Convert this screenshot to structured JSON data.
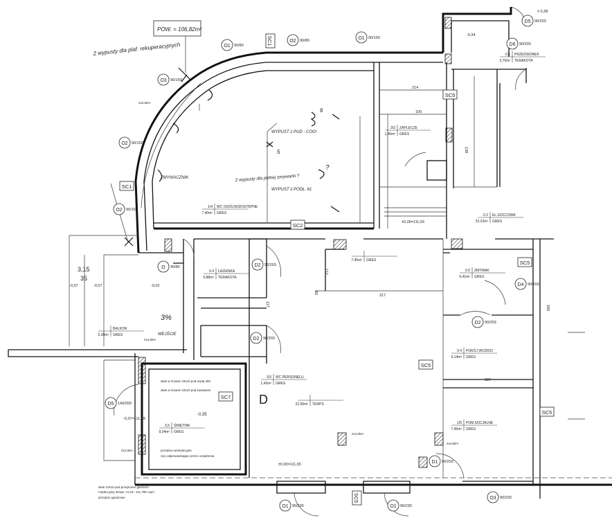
{
  "area_box": {
    "text": "POW. = 106,82m²"
  },
  "notes": [
    "2 wypusty dla plaf. rekuperacyjnych",
    "WYPUST z PUD - COG!",
    "5",
    "2 wypusty dla jednej zmywarki ?",
    "WYPUST z PODŁ. 61",
    "ZMYWACZNIK",
    "6",
    "?",
    "3%",
    "WEJŚCIE"
  ],
  "rooms": [
    {
      "number": "1/4",
      "name": "WC OGÓLNODOSTĘPNE",
      "area": "7,40m²",
      "floor": "GRES"
    },
    {
      "number": "0.4",
      "name": "ŁAZIENKA",
      "area": "5,88m²",
      "floor": "TERAKOTA"
    },
    {
      "number": "",
      "name": "BALKON",
      "area": "5,28m²",
      "floor": "GRES"
    },
    {
      "number": "3,5",
      "name": "ŚMIETNIK",
      "area": "9,24m²",
      "floor": "GRES"
    },
    {
      "number": "3/3",
      "name": "WC PERSONELU",
      "area": "1,43m²",
      "floor": "GRES"
    },
    {
      "number": "3/3",
      "name": "ZAPLECZE",
      "area": "1,45m²",
      "floor": "GRES"
    },
    {
      "number": "",
      "name": "",
      "area": "7,45m²",
      "floor": "GRES"
    },
    {
      "number": "0.1",
      "name": "PRZEDSIONEK",
      "area": "3,70m²",
      "floor": "TERAKOTA"
    },
    {
      "number": "0.2",
      "name": "EL.SOCCOWA",
      "area": "23,23m²",
      "floor": "GRES"
    },
    {
      "number": "0.5",
      "name": "ZMYWAK",
      "area": "6,41m²",
      "floor": "GRES"
    },
    {
      "number": "0.4",
      "name": "POKÓJ WOZIDO",
      "area": "6,14m²",
      "floor": "GRES"
    },
    {
      "number": "1/5",
      "name": "POM.SOCJALNE",
      "area": "7,45m²",
      "floor": "GRES"
    },
    {
      "number": "",
      "name": "",
      "area": "22,50m²",
      "floor": "TERPS"
    }
  ],
  "room_letter": "D",
  "section_tags": [
    "SC1",
    "SC1",
    "SC2",
    "SC5",
    "SC5",
    "SC5",
    "SC5",
    "SC7",
    "SC5"
  ],
  "openings": [
    {
      "code": "O1",
      "dims": "90/80"
    },
    {
      "code": "O2",
      "dims": "90/80"
    },
    {
      "code": "O1",
      "dims": "90/150"
    },
    {
      "code": "O3",
      "dims": "90/150"
    },
    {
      "code": "O2",
      "dims": "90/150"
    },
    {
      "code": "O2",
      "dims": "90/150"
    },
    {
      "code": "O",
      "dims": "90/80"
    },
    {
      "code": "D2",
      "dims": "90/203"
    },
    {
      "code": "D2",
      "dims": "90/203"
    },
    {
      "code": "D6",
      "dims": "90/203"
    },
    {
      "code": "D5",
      "dims": "90/203"
    },
    {
      "code": "D4",
      "dims": "90/203"
    },
    {
      "code": "D2",
      "dims": "90/203"
    },
    {
      "code": "D1",
      "dims": "90/203"
    },
    {
      "code": "D5",
      "dims": "140/200"
    },
    {
      "code": "O1",
      "dims": "90/230"
    },
    {
      "code": "O1",
      "dims": "90/230"
    },
    {
      "code": "O3",
      "dims": "90/230"
    }
  ],
  "levels": [
    "3,15",
    "35",
    "-0,37",
    "-0,07",
    "-0,02",
    "-0,35",
    "-0,37=111,28",
    "±0,00=111,65",
    "±0,28=111,93",
    "-0,34",
    "± 0,38"
  ],
  "dimensions": [
    "214",
    "100",
    "138",
    "317",
    "387",
    "200",
    "112",
    "82",
    "117"
  ],
  "small_notes": [
    "dwie w ścianie 10x10 pod wodą 450",
    "dwie w ścianie 10x10 pod zawiasem",
    "przejście wentylacyjne",
    "rury odprowadzające przez urządzenia",
    "dwie 10x10 pod przejściem garażem",
    "rzędna góry stropu +3,10= 111,78m npm",
    "przejście garażowe"
  ],
  "hatch_notes": [
    "2x4,5km",
    "2x4,5km",
    "2x4,5km",
    "2x4,5km",
    "2x4,5km"
  ]
}
